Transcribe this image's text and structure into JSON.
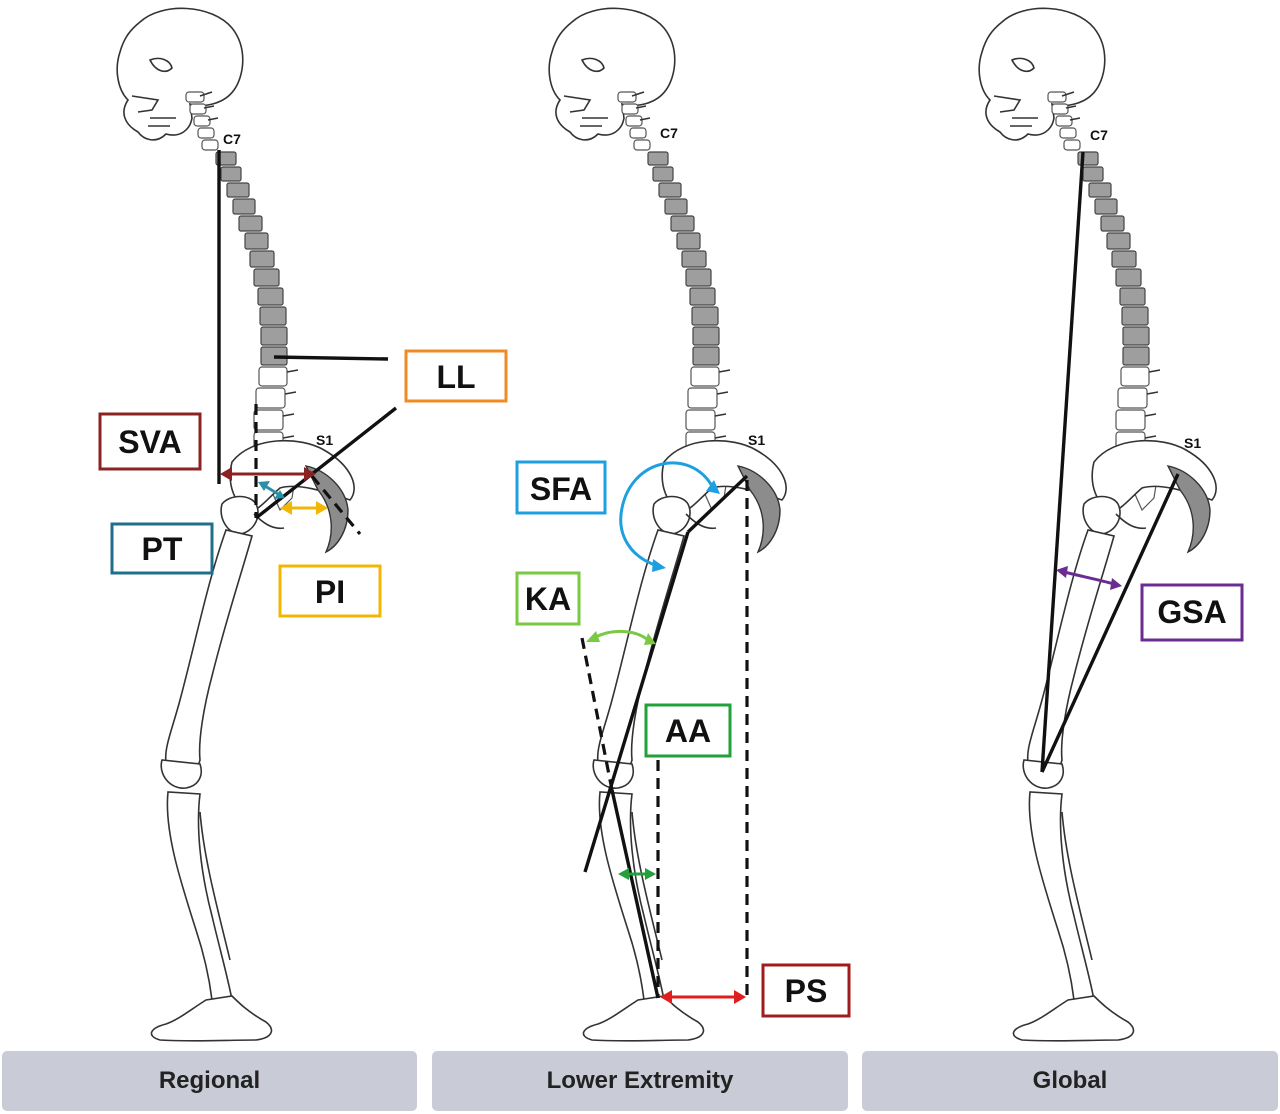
{
  "panels": [
    {
      "title": "Regional"
    },
    {
      "title": "Lower Extremity"
    },
    {
      "title": "Global"
    }
  ],
  "vertebra_labels": {
    "c7": "C7",
    "s1": "S1"
  },
  "labels": {
    "sva": {
      "text": "SVA",
      "color": "#8b2323"
    },
    "pt": {
      "text": "PT",
      "color": "#1f6f8b"
    },
    "pi": {
      "text": "PI",
      "color": "#f2b705"
    },
    "ll": {
      "text": "LL",
      "color": "#f08a24"
    },
    "sfa": {
      "text": "SFA",
      "color": "#1ea0e0"
    },
    "ka": {
      "text": "KA",
      "color": "#7ac943"
    },
    "aa": {
      "text": "AA",
      "color": "#22a03a"
    },
    "ps": {
      "text": "PS",
      "color": "#a01c1c"
    },
    "gsa": {
      "text": "GSA",
      "color": "#6a2c91"
    }
  },
  "arrow_colors": {
    "sva": "#8b2323",
    "pt": "#2a8fa8",
    "pi": "#f2b705",
    "sfa": "#1ea0e0",
    "ka": "#7ac943",
    "aa": "#22a03a",
    "ps": "#e01e1e",
    "gsa": "#6a2c91"
  }
}
